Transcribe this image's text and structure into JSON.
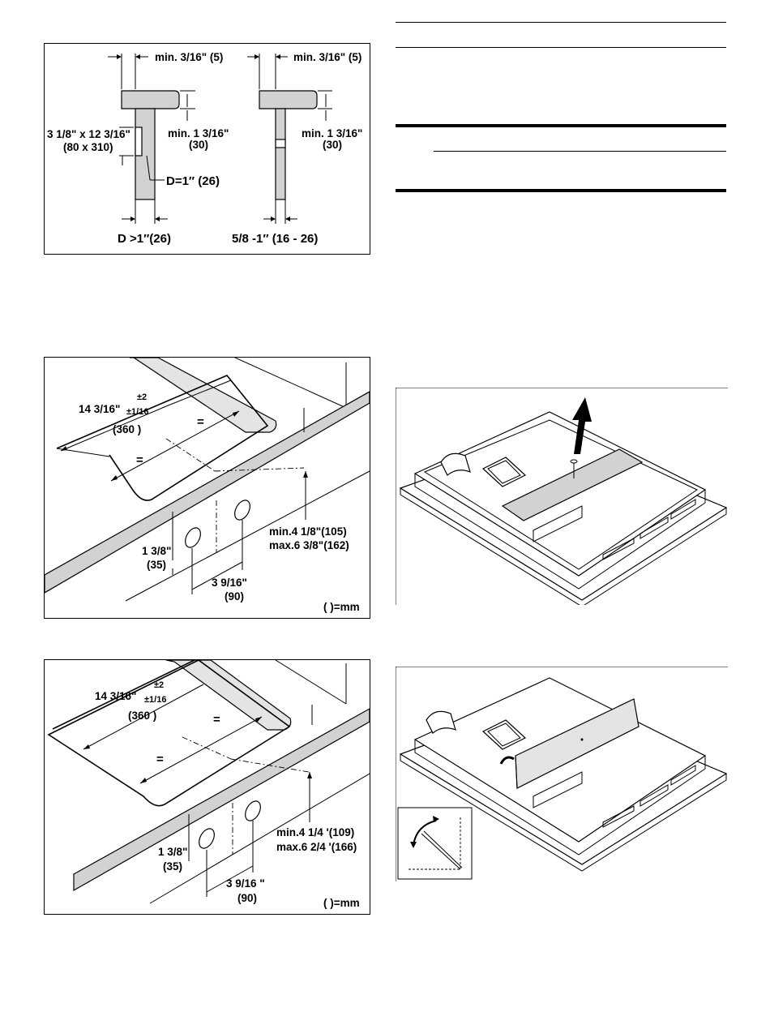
{
  "figure_profiles": {
    "left_clearance": "min. 3/16\" (5)",
    "right_clearance": "min. 3/16\" (5)",
    "left_depth_a": "min. 1 3/16\"",
    "left_depth_b": "(30)",
    "right_depth_a": "min. 1 3/16\"",
    "right_depth_b": "(30)",
    "cutout_a": "3 1/8\" x 12 3/16\"",
    "cutout_b": "(80 x 310)",
    "d_equal": "D=1″ (26)",
    "d_greater": "D >1″(26)",
    "d_range": "5/8 -1″ (16 - 26)"
  },
  "figure_counter_1": {
    "width_main": "14 3/16\"",
    "tol_plus": "±2",
    "tol_sub": "±1/16",
    "width_mm": "(360   )",
    "equal_1": "=",
    "equal_2": "=",
    "hole_a": "1 3/8\"",
    "hole_b": "(35)",
    "spacing_a": "3 9/16\"",
    "spacing_b": "(90)",
    "height_a": "min.4 1/8\"(105)",
    "height_b": "max.6 3/8\"(162)",
    "unit_note": "( )=mm"
  },
  "figure_counter_2": {
    "width_main": "14 3/16\"",
    "tol_plus": "±2",
    "tol_sub": "±1/16",
    "width_mm": "(360   )",
    "equal_1": "=",
    "equal_2": "=",
    "hole_a": "1 3/8\"",
    "hole_b": "(35)",
    "spacing_a": "3 9/16  \"",
    "spacing_b": "(90)",
    "height_a": "min.4 1/4  '(109)",
    "height_b": "max.6 2/4  '(166)",
    "unit_note": "( )=mm"
  }
}
